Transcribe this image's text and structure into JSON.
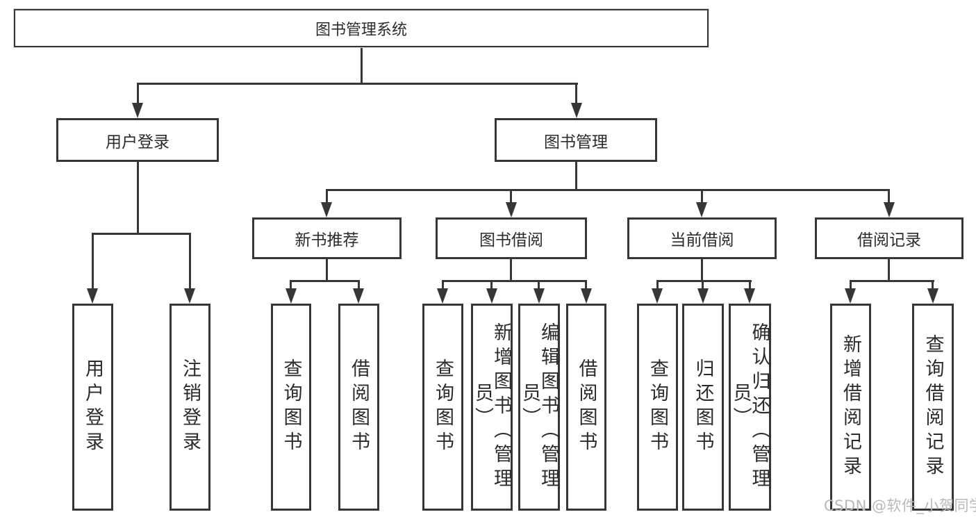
{
  "diagram": {
    "title_node": {
      "label": "图书管理系统"
    },
    "level2": [
      {
        "id": "user-login",
        "label": "用户登录"
      },
      {
        "id": "book-management",
        "label": "图书管理"
      }
    ],
    "level3": [
      {
        "id": "new-book-recommend",
        "label": "新书推荐",
        "parent": "图书管理"
      },
      {
        "id": "book-borrow",
        "label": "图书借阅",
        "parent": "图书管理"
      },
      {
        "id": "current-borrow",
        "label": "当前借阅",
        "parent": "图书管理"
      },
      {
        "id": "borrow-records",
        "label": "借阅记录",
        "parent": "图书管理"
      }
    ],
    "leaves": [
      {
        "label": "用户登录",
        "parent": "用户登录"
      },
      {
        "label": "注销登录",
        "parent": "用户登录"
      },
      {
        "label": "查询图书",
        "parent": "新书推荐"
      },
      {
        "label": "借阅图书",
        "parent": "新书推荐"
      },
      {
        "label": "查询图书",
        "parent": "图书借阅"
      },
      {
        "label": "新增图书（管理员）",
        "parent": "图书借阅"
      },
      {
        "label": "编辑图书（管理员）",
        "parent": "图书借阅"
      },
      {
        "label": "借阅图书",
        "parent": "图书借阅"
      },
      {
        "label": "查询图书",
        "parent": "当前借阅"
      },
      {
        "label": "归还图书",
        "parent": "当前借阅"
      },
      {
        "label": "确认归还（管理员）",
        "parent": "当前借阅"
      },
      {
        "label": "新增借阅记录",
        "parent": "借阅记录"
      },
      {
        "label": "查询借阅记录",
        "parent": "借阅记录"
      }
    ]
  },
  "watermark": {
    "text": "CSDN @软件_小贺同学"
  },
  "colors": {
    "line": "#363636",
    "box_border": "#363636",
    "box_fill": "#ffffff",
    "text": "#2b2b2b",
    "watermark": "#b9b9b9",
    "background": "#ffffff"
  }
}
